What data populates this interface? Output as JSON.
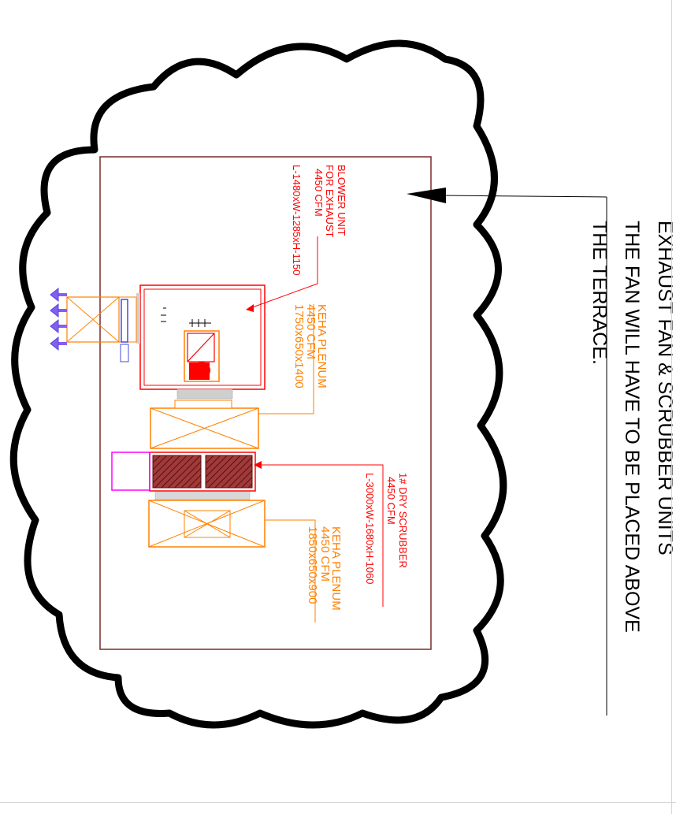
{
  "note": {
    "line1": "EXHAUST FAN & SCRUBBER UNITS",
    "line2": "THE FAN WILL HAVE TO BE PLACED ABOVE",
    "line3": "THE TERRACE."
  },
  "blower": {
    "line1": "BLOWER UNIT",
    "line2": "FOR EXHAUST",
    "line3": "4450 CFM",
    "line4": "L-1480xW-1285xH-1150"
  },
  "plenum_a": {
    "line1": "KEHA  PLENUM",
    "line2": "4450  CFM",
    "line3": "1750x650x1400"
  },
  "scrubber": {
    "line1": "1# DRY SCRUBBER",
    "line2": "4450 CFM",
    "line3": "L-3000xW-1680xH-1060"
  },
  "plenum_b": {
    "line1": "KEHA  PLENUM",
    "line2": "4450  CFM",
    "line3": "1850x650x900"
  },
  "colors": {
    "cloud": "#000000",
    "frame": "#7a2a2a",
    "red": "#ff0000",
    "orange": "#ff8000",
    "magenta": "#ff00ff",
    "blue": "#4a4ad8",
    "hatch": "#8b1a1a"
  },
  "icons": [
    "exhaust-arrow-icon",
    "leader-arrow-icon"
  ]
}
